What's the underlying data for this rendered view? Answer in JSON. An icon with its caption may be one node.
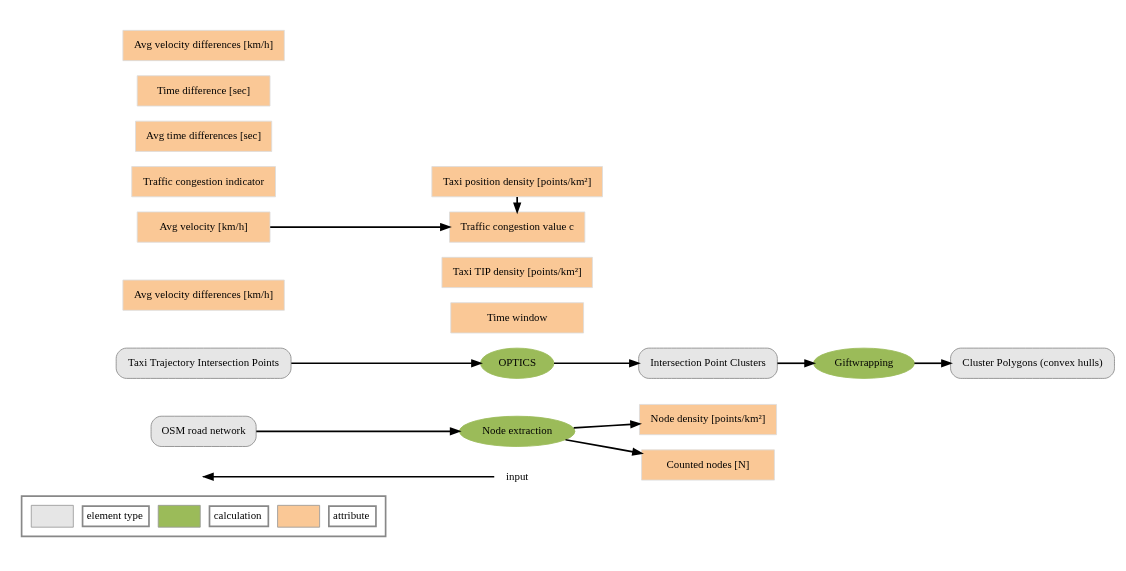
{
  "diagram": {
    "nodes": [
      {
        "text": [
          "OSM road network"
        ]
      },
      {
        "text": [
          "Node extraction"
        ]
      },
      {
        "text": [
          "Node density [points/km²]"
        ]
      },
      {
        "text": [
          "Counted nodes [N]"
        ]
      },
      {
        "text": [
          "Intersection Point Clusters"
        ]
      },
      {
        "text": [
          "Giftwrapping"
        ]
      },
      {
        "text": [
          "Cluster Polygons (convex hulls)"
        ]
      },
      {
        "text": [
          "Time window"
        ]
      },
      {
        "text": [
          "Avg velocity differences [km/h]"
        ]
      },
      {
        "text": [
          "Taxi TIP density [points/km²]"
        ]
      },
      {
        "text": [
          "Avg velocity [km/h]"
        ]
      },
      {
        "text": [
          "Taxi position density [points/km²]"
        ]
      },
      {
        "text": [
          "Traffic congestion indicator"
        ]
      },
      {
        "text": [
          "Traffic congestion value c"
        ]
      },
      {
        "text": [
          "Avg time differences [sec]"
        ]
      },
      {
        "text": [
          "Taxi Trajectory Intersection Points"
        ]
      },
      {
        "text": [
          "OPTICS"
        ]
      },
      {
        "text": [
          "Time difference [sec]"
        ]
      },
      {
        "text": [
          "Avg velocity differences [km/h]"
        ]
      }
    ],
    "edges": [
      {
        "from": 0,
        "to": 1,
        "arrow": "to"
      },
      {
        "from": 1,
        "to": 2,
        "arrow": "to"
      },
      {
        "from": 1,
        "to": 3,
        "arrow": "to"
      },
      {
        "from": 4,
        "to": 5,
        "arrow": "to"
      },
      {
        "from": 5,
        "to": 6,
        "arrow": "to"
      },
      {
        "from": 16,
        "to": 4,
        "arrow": "to"
      },
      {
        "from": 15,
        "to": 16,
        "arrow": "to"
      },
      {
        "from": 11,
        "to": 13,
        "arrow": "to"
      },
      {
        "from": 10,
        "to": 13,
        "arrow": "to"
      }
    ],
    "legend": [
      {
        "text": "element type",
        "color": "#e6e6e6"
      },
      {
        "text": "calculation",
        "color": "#9bbb59"
      },
      {
        "text": "attribute",
        "color": "#fac896"
      },
      {
        "text": "input"
      }
    ]
  }
}
